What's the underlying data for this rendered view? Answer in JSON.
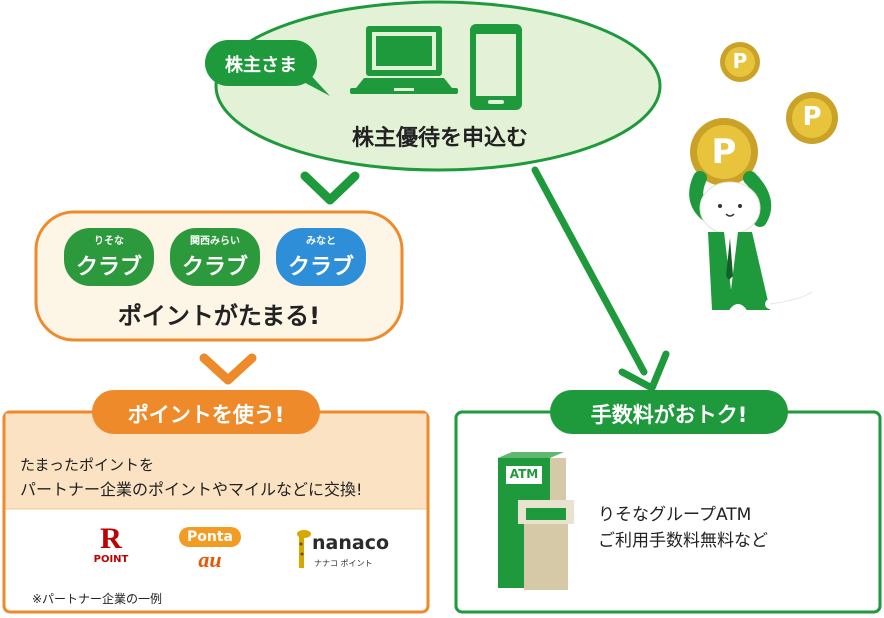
{
  "top": {
    "bubble_label": "株主さま",
    "action": "株主優待を申込む"
  },
  "points_box": {
    "clubs": [
      {
        "small": "りそな",
        "big": "クラブ",
        "color": "#2c9a3c"
      },
      {
        "small": "関西みらい",
        "big": "クラブ",
        "color": "#2c9a3c"
      },
      {
        "small": "みなと",
        "big": "クラブ",
        "color": "#2e8fd8"
      }
    ],
    "caption": "ポイントがたまる!"
  },
  "use_box": {
    "title": "ポイントを使う!",
    "line1": "たまったポイントを",
    "line2": "パートナー企業のポイントやマイルなどに交換!",
    "logos": {
      "rakuten_r": "R",
      "rakuten_point": "POINT",
      "ponta": "Ponta",
      "au": "au",
      "nanaco": "nanaco",
      "nanaco_kana": "ナナコ ポイント"
    },
    "note": "※パートナー企業の一例"
  },
  "fee_box": {
    "title": "手数料がおトク!",
    "atm_label": "ATM",
    "line1": "りそなグループATM",
    "line2": "ご利用手数料無料など"
  },
  "coin_label": "P",
  "colors": {
    "green": "#1e9a3d",
    "light_green": "#e3f2d6",
    "orange": "#ee8a2a",
    "light_orange": "#fbe2c2"
  }
}
